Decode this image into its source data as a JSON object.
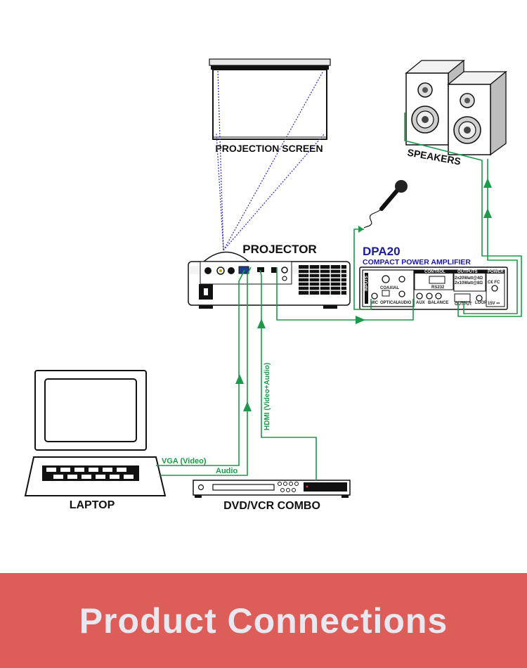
{
  "labels": {
    "projection_screen": "PROJECTION SCREEN",
    "speakers": "SPEAKERS",
    "projector": "PROJECTOR",
    "amp_model": "DPA20",
    "amp_desc": "COMPACT POWER AMPLIFIER",
    "laptop": "LAPTOP",
    "dvd": "DVD/VCR COMBO",
    "vga": "VGA (Video)",
    "audio": "Audio",
    "hdmi": "HDMI (Video+Audio)"
  },
  "panel": {
    "control": "CONTROL",
    "outputs": "OUTPUTS",
    "power": "POWER",
    "rs232": "RS232",
    "out1": "2x20Watt@4Ω",
    "out2": "2x10Watt@8Ω",
    "ce": "C€ FC",
    "volts": "15V ⎓",
    "mic": "MIC",
    "optical": "OPTICAL",
    "coaxial": "COAXIAL",
    "audio": "AUDIO",
    "aux": "AUX",
    "balance": "BALANCE",
    "output": "OUTPUT",
    "loop": "LOOP",
    "inputs": "INPUTS"
  },
  "banner": {
    "title": "Product Connections"
  },
  "colors": {
    "wire": "#1a9a4a",
    "beam": "#3b3bb8",
    "banner": "#dd5d58",
    "banner_text": "#e8e8f0"
  }
}
